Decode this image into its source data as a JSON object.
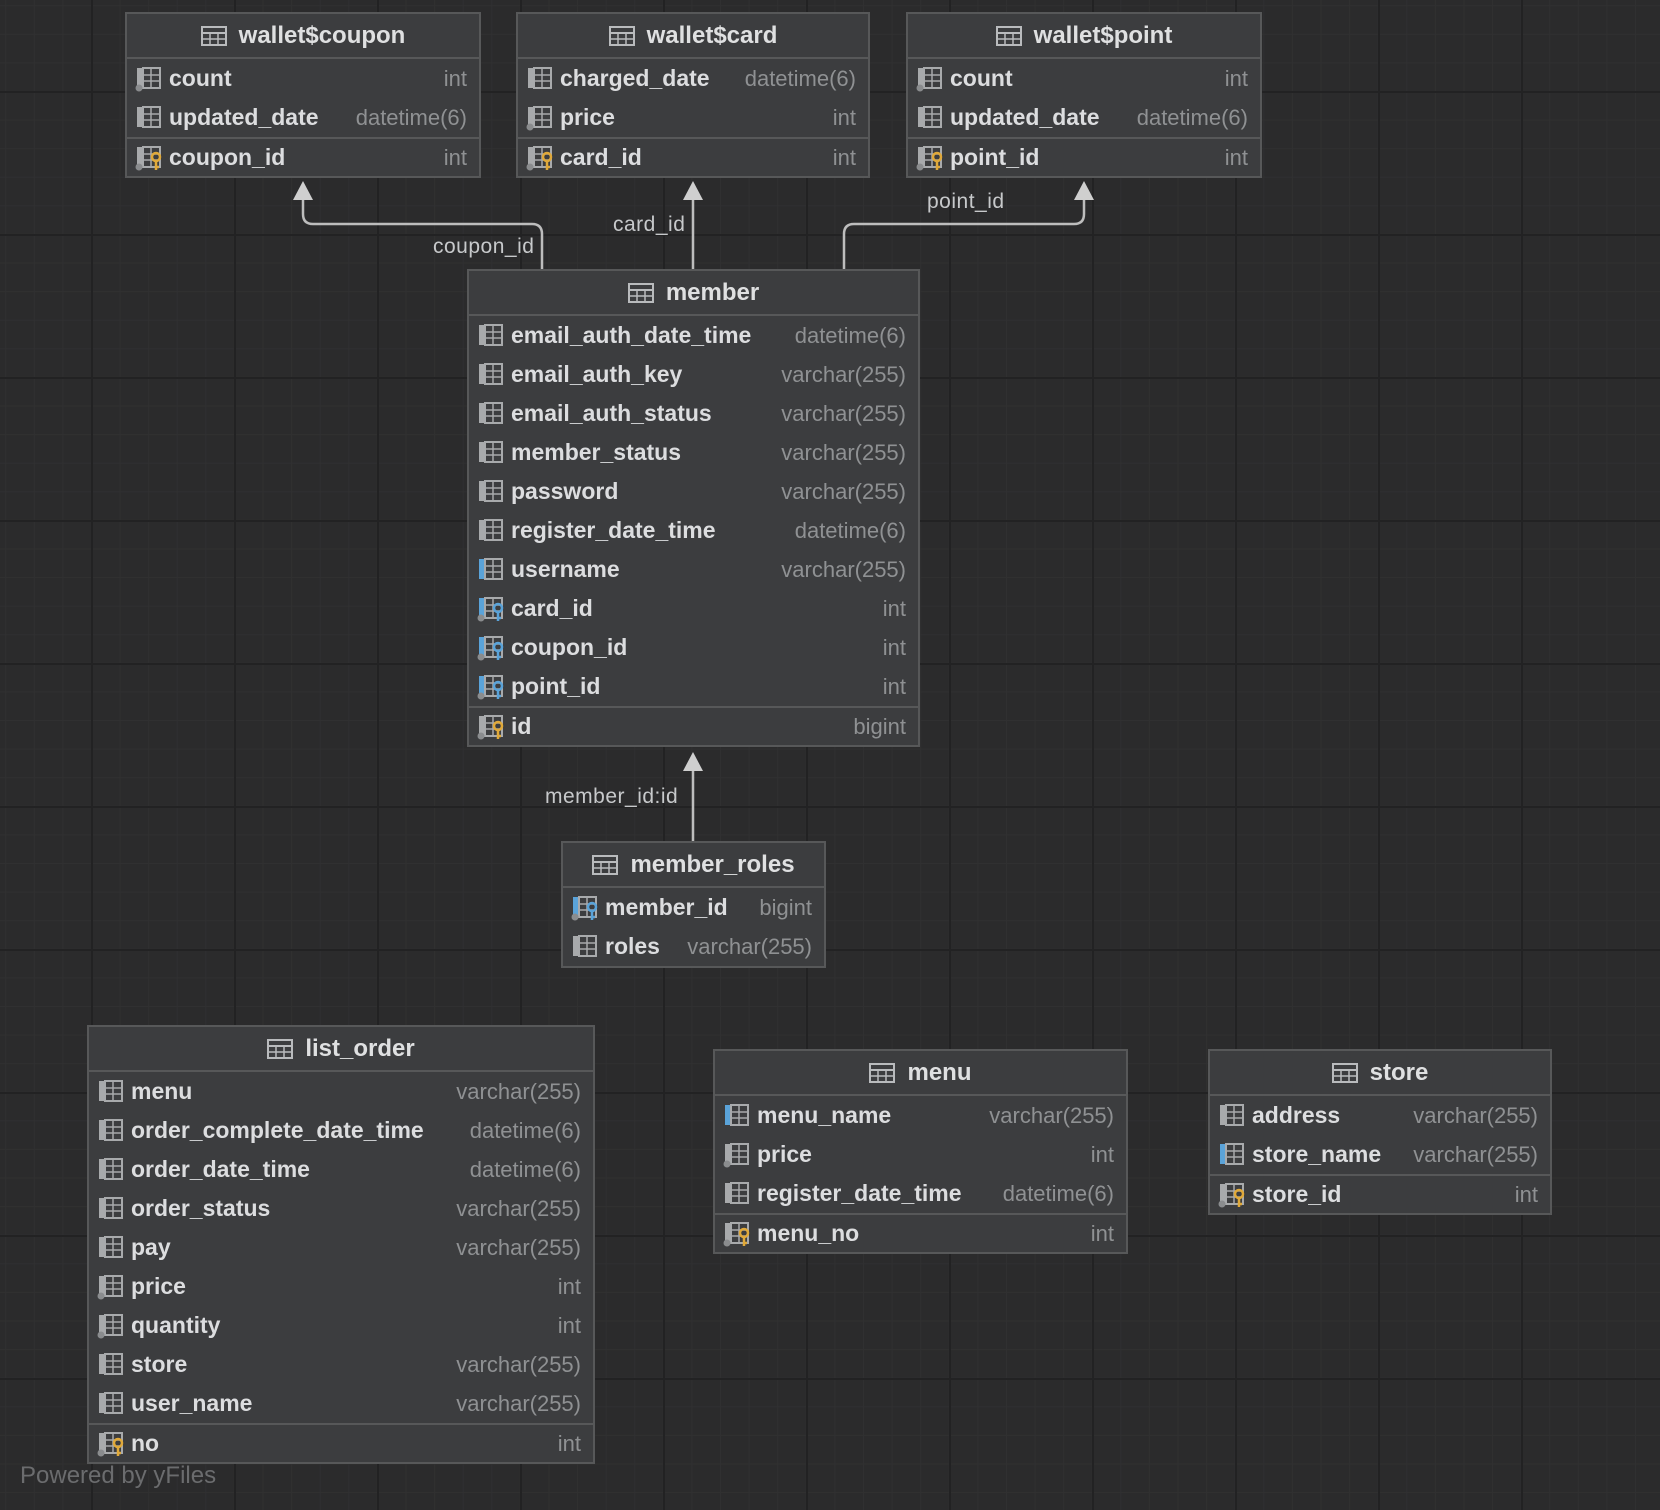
{
  "tables": {
    "wallet_coupon": {
      "name": "wallet$coupon",
      "columns": [
        {
          "name": "count",
          "type": "int",
          "kind": "column-fk"
        },
        {
          "name": "updated_date",
          "type": "datetime(6)",
          "kind": "column"
        }
      ],
      "keys": [
        {
          "name": "coupon_id",
          "type": "int",
          "kind": "primary-key"
        }
      ]
    },
    "wallet_card": {
      "name": "wallet$card",
      "columns": [
        {
          "name": "charged_date",
          "type": "datetime(6)",
          "kind": "column"
        },
        {
          "name": "price",
          "type": "int",
          "kind": "column-fk"
        }
      ],
      "keys": [
        {
          "name": "card_id",
          "type": "int",
          "kind": "primary-key"
        }
      ]
    },
    "wallet_point": {
      "name": "wallet$point",
      "columns": [
        {
          "name": "count",
          "type": "int",
          "kind": "column-fk"
        },
        {
          "name": "updated_date",
          "type": "datetime(6)",
          "kind": "column"
        }
      ],
      "keys": [
        {
          "name": "point_id",
          "type": "int",
          "kind": "primary-key"
        }
      ]
    },
    "member": {
      "name": "member",
      "columns": [
        {
          "name": "email_auth_date_time",
          "type": "datetime(6)",
          "kind": "column"
        },
        {
          "name": "email_auth_key",
          "type": "varchar(255)",
          "kind": "column"
        },
        {
          "name": "email_auth_status",
          "type": "varchar(255)",
          "kind": "column"
        },
        {
          "name": "member_status",
          "type": "varchar(255)",
          "kind": "column"
        },
        {
          "name": "password",
          "type": "varchar(255)",
          "kind": "column"
        },
        {
          "name": "register_date_time",
          "type": "datetime(6)",
          "kind": "column"
        },
        {
          "name": "username",
          "type": "varchar(255)",
          "kind": "column-index"
        },
        {
          "name": "card_id",
          "type": "int",
          "kind": "foreign-key"
        },
        {
          "name": "coupon_id",
          "type": "int",
          "kind": "foreign-key"
        },
        {
          "name": "point_id",
          "type": "int",
          "kind": "foreign-key"
        }
      ],
      "keys": [
        {
          "name": "id",
          "type": "bigint",
          "kind": "primary-key"
        }
      ]
    },
    "member_roles": {
      "name": "member_roles",
      "columns": [
        {
          "name": "member_id",
          "type": "bigint",
          "kind": "foreign-key"
        },
        {
          "name": "roles",
          "type": "varchar(255)",
          "kind": "column"
        }
      ],
      "keys": []
    },
    "list_order": {
      "name": "list_order",
      "columns": [
        {
          "name": "menu",
          "type": "varchar(255)",
          "kind": "column"
        },
        {
          "name": "order_complete_date_time",
          "type": "datetime(6)",
          "kind": "column"
        },
        {
          "name": "order_date_time",
          "type": "datetime(6)",
          "kind": "column"
        },
        {
          "name": "order_status",
          "type": "varchar(255)",
          "kind": "column"
        },
        {
          "name": "pay",
          "type": "varchar(255)",
          "kind": "column"
        },
        {
          "name": "price",
          "type": "int",
          "kind": "column-fk"
        },
        {
          "name": "quantity",
          "type": "int",
          "kind": "column-fk"
        },
        {
          "name": "store",
          "type": "varchar(255)",
          "kind": "column"
        },
        {
          "name": "user_name",
          "type": "varchar(255)",
          "kind": "column"
        }
      ],
      "keys": [
        {
          "name": "no",
          "type": "int",
          "kind": "primary-key"
        }
      ]
    },
    "menu": {
      "name": "menu",
      "columns": [
        {
          "name": "menu_name",
          "type": "varchar(255)",
          "kind": "column-index"
        },
        {
          "name": "price",
          "type": "int",
          "kind": "column-fk"
        },
        {
          "name": "register_date_time",
          "type": "datetime(6)",
          "kind": "column"
        }
      ],
      "keys": [
        {
          "name": "menu_no",
          "type": "int",
          "kind": "primary-key"
        }
      ]
    },
    "store": {
      "name": "store",
      "columns": [
        {
          "name": "address",
          "type": "varchar(255)",
          "kind": "column"
        },
        {
          "name": "store_name",
          "type": "varchar(255)",
          "kind": "column-index"
        }
      ],
      "keys": [
        {
          "name": "store_id",
          "type": "int",
          "kind": "primary-key"
        }
      ]
    }
  },
  "edges": {
    "coupon": "coupon_id",
    "card": "card_id",
    "point": "point_id",
    "roles": "member_id:id"
  },
  "icons": {
    "table": "table-icon",
    "column": "column-icon",
    "column-fk": "column-not-null-icon",
    "column-index": "column-index-icon",
    "foreign-key": "foreign-key-icon",
    "primary-key": "primary-key-icon"
  },
  "colors": {
    "background": "#2b2b2c",
    "table_fill": "#3c3d3f",
    "table_border": "#575859",
    "text": "#dcdddf",
    "type_text": "#8f9193",
    "key_gold": "#e0a93a",
    "key_blue": "#5aa3d9",
    "edge": "#bdbdbd"
  },
  "footer": {
    "watermark": "Powered by yFiles"
  }
}
